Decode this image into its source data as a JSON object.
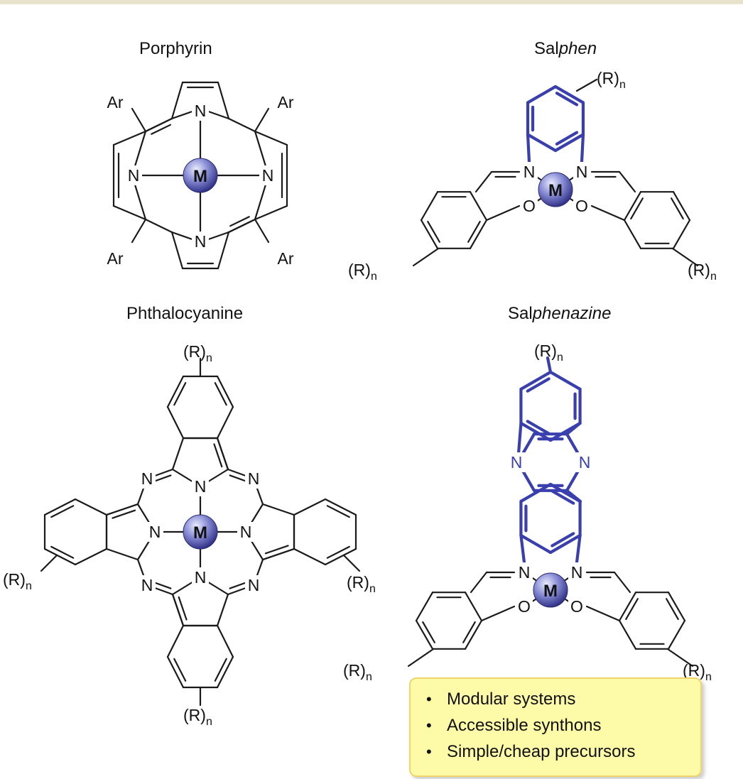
{
  "colors": {
    "accent_blue": "#3a3fae",
    "bond": "#1a1a1a",
    "metal_fill_light": "#c6c8ef",
    "metal_fill_dark": "#2e2f86",
    "note_fill": "#fdfaa8",
    "note_border": "#f1d56a",
    "top_band": "#e8e3cc"
  },
  "titles": {
    "porphyrin": "Porphyrin",
    "salphen_prefix": "Sal",
    "salphen_italic": "phen",
    "phthalocyanine": "Phthalocyanine",
    "salphenazine_prefix": "Sal",
    "salphenazine_italic": "phenazine"
  },
  "labels": {
    "ar": "Ar",
    "n": "N",
    "o": "O",
    "m": "M",
    "r_group": "(R)",
    "r_subscript": "n"
  },
  "features": [
    "Modular systems",
    "Accessible synthons",
    "Simple/cheap precursors"
  ]
}
